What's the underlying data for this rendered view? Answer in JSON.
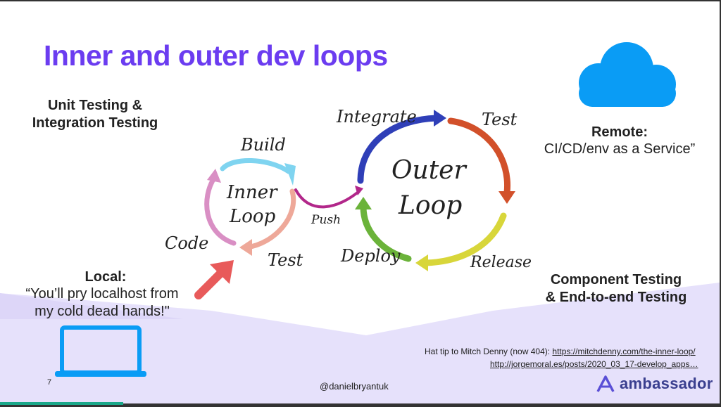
{
  "slide": {
    "title": "Inner and outer dev loops",
    "local_heading": "Local:",
    "local_quote_line1": "“You’ll pry localhost from",
    "local_quote_line2": "my cold dead hands!\"",
    "unit_testing_line1": "Unit Testing &",
    "unit_testing_line2": "Integration Testing",
    "remote_heading": "Remote:",
    "remote_text": "CI/CD/env as a Service”",
    "component_line1": "Component Testing",
    "component_line2": "& End-to-end Testing",
    "page_number": "7",
    "handle": "@danielbryantuk",
    "hat_tip_prefix": "Hat tip to Mitch Denny (now 404): ",
    "hat_tip_link": "https://mitchdenny.com/the-inner-loop/",
    "second_link": "http://jorgemoral.es/posts/2020_03_17-develop_apps…",
    "brand": "ambassador"
  },
  "diagram": {
    "inner_label_1": "Inner",
    "inner_label_2": "Loop",
    "outer_label_1": "Outer",
    "outer_label_2": "Loop",
    "build": "Build",
    "code": "Code",
    "inner_test": "Test",
    "push": "Push",
    "integrate": "Integrate",
    "outer_test": "Test",
    "release": "Release",
    "deploy": "Deploy"
  },
  "colors": {
    "title": "#6b3cf0",
    "cloud": "#0a9cf5",
    "laptop": "#0a9cf5",
    "band": "#e6e1fb",
    "pointer_arrow": "#e85a5a",
    "brand": "#3a3f8f"
  },
  "icons": [
    "cloud-icon",
    "laptop-icon",
    "ambassador-logo-icon",
    "pointer-arrow-icon"
  ]
}
